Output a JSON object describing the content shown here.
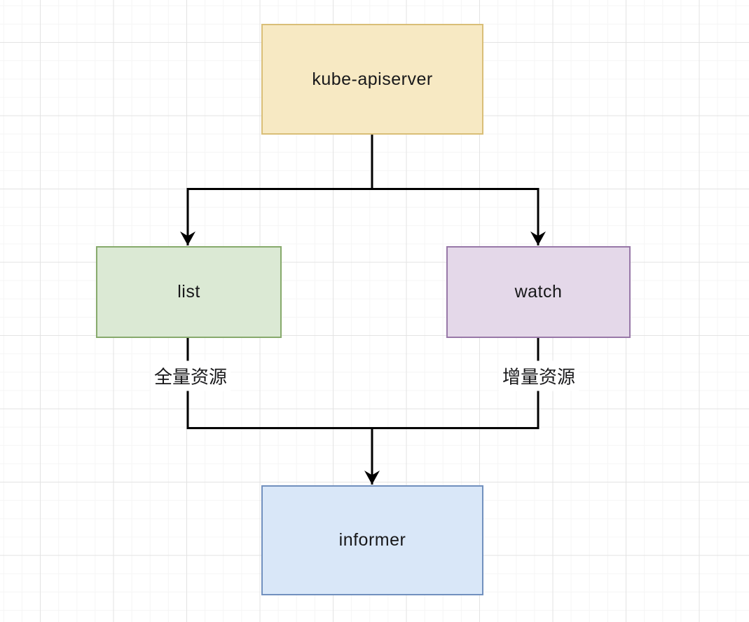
{
  "canvas": {
    "background_color": "#ffffff",
    "grid_major_color": "#e3e3e3",
    "grid_minor_color": "#f5f5f5",
    "edge_color": "#000000",
    "text_color": "#18181a"
  },
  "nodes": {
    "kube_apiserver": {
      "label": "kube-apiserver",
      "fill": "#f7e9c3",
      "border": "#d9be77"
    },
    "list": {
      "label": "list",
      "fill": "#dbe9d4",
      "border": "#87aa6c"
    },
    "watch": {
      "label": "watch",
      "fill": "#e4d8e9",
      "border": "#9878a8"
    },
    "informer": {
      "label": "informer",
      "fill": "#d9e7f8",
      "border": "#7190be"
    }
  },
  "edge_labels": {
    "list_to_informer": {
      "text": "全量资源"
    },
    "watch_to_informer": {
      "text": "增量资源"
    }
  }
}
